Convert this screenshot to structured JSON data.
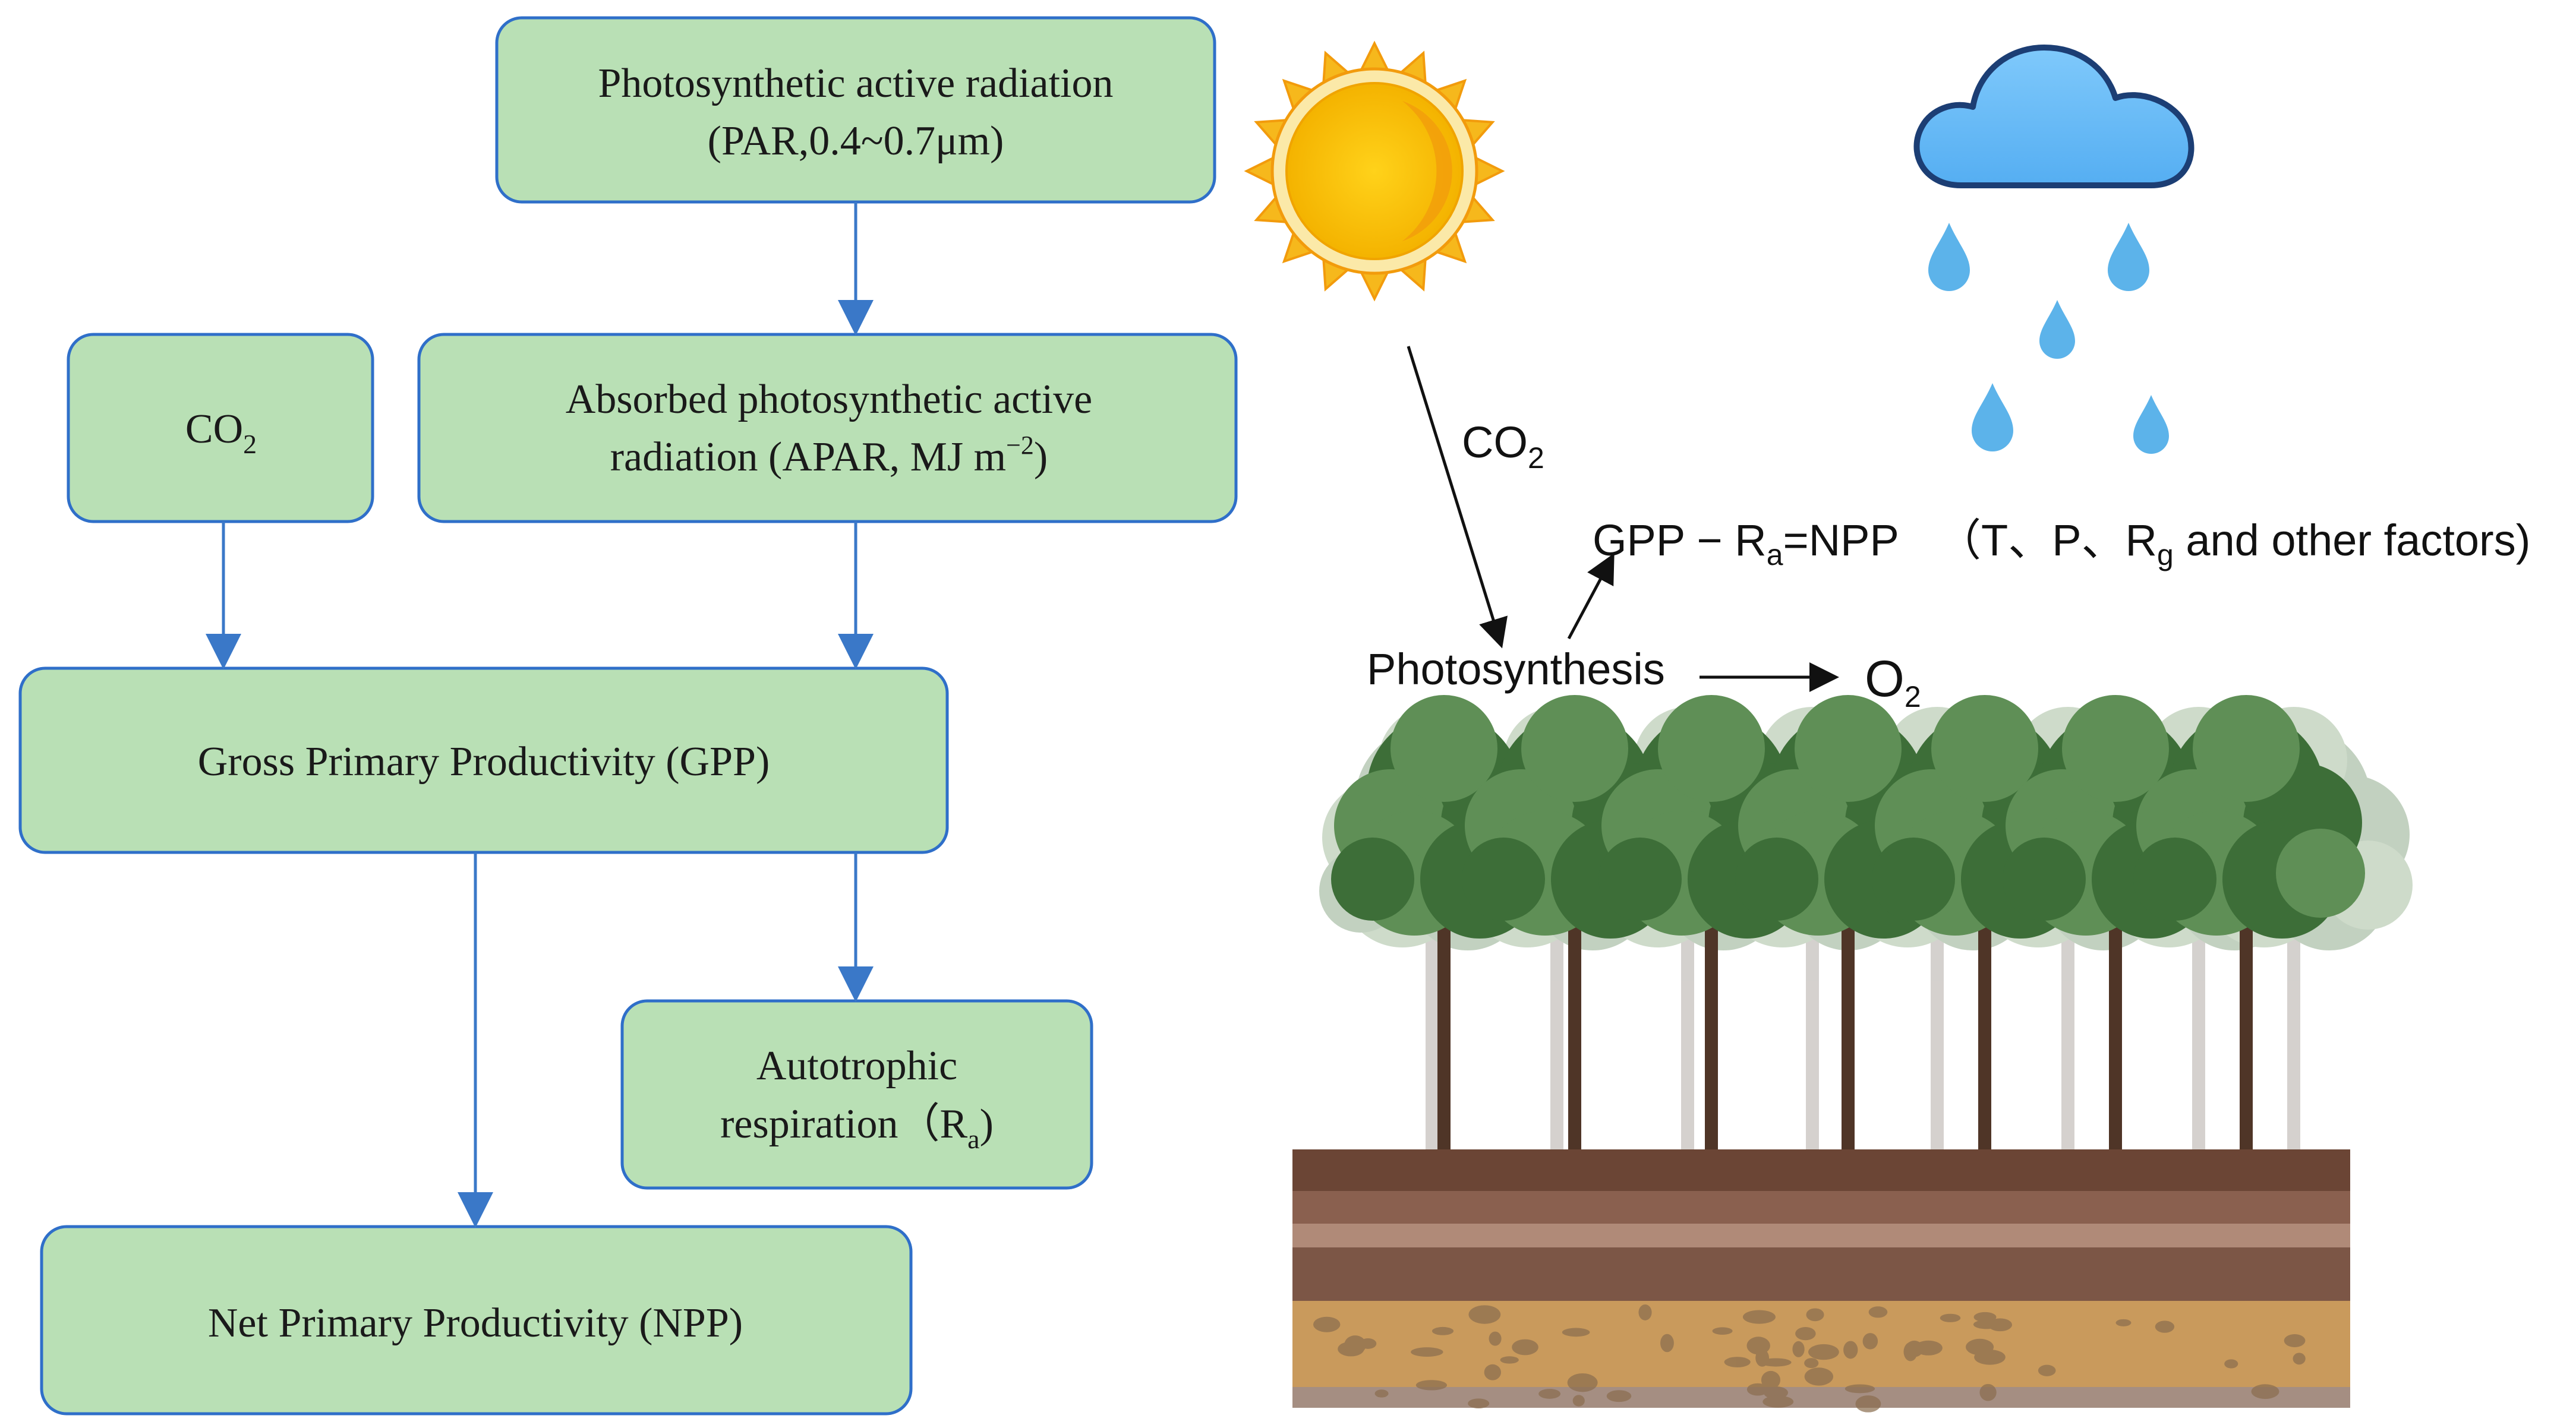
{
  "flowchart": {
    "par_line1": "Photosynthetic active radiation",
    "par_line2": "(PAR,0.4~0.7μm)",
    "co2_main": "CO",
    "co2_sub": "2",
    "apar_line1": "Absorbed photosynthetic active",
    "apar_line2_a": "radiation (APAR, MJ m",
    "apar_line2_sup": "−2",
    "apar_line2_b": ")",
    "gpp": "Gross Primary Productivity (GPP)",
    "ra_line1": "Autotrophic",
    "ra_line2_a": "respiration（R",
    "ra_line2_sub": "a",
    "ra_line2_b": ")",
    "npp": "Net Primary Productivity (NPP)"
  },
  "illustration": {
    "co2_main": "CO",
    "co2_sub": "2",
    "equation_a": "GPP − R",
    "equation_sub": "a",
    "equation_b": "=NPP",
    "factors_a": "（T、P、R",
    "factors_sub": "g",
    "factors_b": " and other factors)",
    "photosynthesis": "Photosynthesis",
    "o2_main": "O",
    "o2_sub": "2"
  },
  "colors": {
    "box_fill": "#b9e0b5",
    "box_stroke": "#2f6fc9",
    "arrow": "#3a78c8",
    "sun_outer": "#f6b81c",
    "sun_inner": "#f8c400",
    "cloud": "#6bbcf6",
    "rain": "#5cb3ea",
    "tree_dark": "#3d6e38",
    "tree_light": "#5f8f56",
    "soil_top": "#6b4535",
    "soil_mid": "#b08a78",
    "soil_deep": "#7c5646",
    "soil_bottom": "#c99a5c"
  }
}
